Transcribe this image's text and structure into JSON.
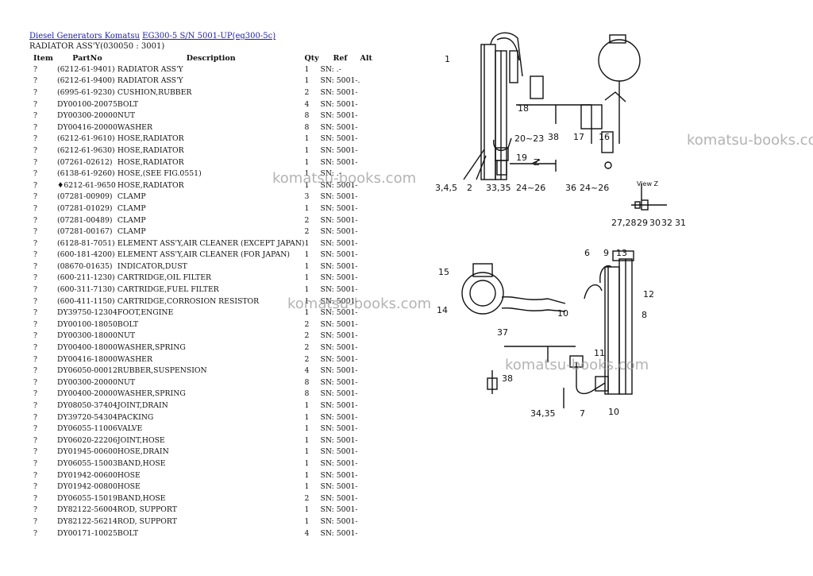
{
  "breadcrumb": {
    "link1": "Diesel Generators Komatsu",
    "link2": "EG300-5 S/N 5001-UP(eg300-5c)"
  },
  "subtitle": "RADIATOR ASS'Y(030050 : 3001)",
  "columns": {
    "item": "Item",
    "partno": "PartNo",
    "description": "Description",
    "qty": "Qty",
    "ref": "Ref",
    "alt": "Alt"
  },
  "rows": [
    {
      "item": "?",
      "partno": "(6212-61-9401)",
      "desc": "RADIATOR ASS'Y",
      "qty": "1",
      "ref": "SN: .-"
    },
    {
      "item": "?",
      "partno": "(6212-61-9400)",
      "desc": "RADIATOR ASS'Y",
      "qty": "1",
      "ref": "SN: 5001-."
    },
    {
      "item": "?",
      "partno": "(6995-61-9230)",
      "desc": "CUSHION,RUBBER",
      "qty": "2",
      "ref": "SN: 5001-"
    },
    {
      "item": "?",
      "partno": "DY00100-20075",
      "desc": "BOLT",
      "qty": "4",
      "ref": "SN: 5001-"
    },
    {
      "item": "?",
      "partno": "DY00300-20000",
      "desc": "NUT",
      "qty": "8",
      "ref": "SN: 5001-"
    },
    {
      "item": "?",
      "partno": "DY00416-20000",
      "desc": "WASHER",
      "qty": "8",
      "ref": "SN: 5001-"
    },
    {
      "item": "?",
      "partno": "(6212-61-9610)",
      "desc": "HOSE,RADIATOR",
      "qty": "1",
      "ref": "SN: 5001-"
    },
    {
      "item": "?",
      "partno": "(6212-61-9630)",
      "desc": "HOSE,RADIATOR",
      "qty": "1",
      "ref": "SN: 5001-"
    },
    {
      "item": "?",
      "partno": "(07261-02612)",
      "desc": "HOSE,RADIATOR",
      "qty": "1",
      "ref": "SN: 5001-"
    },
    {
      "item": "?",
      "partno": "(6138-61-9260)",
      "desc": "HOSE,(SEE FIG.0551)",
      "qty": "1",
      "ref": "SN: .-"
    },
    {
      "item": "?",
      "partno": "♦6212-61-9650",
      "desc": "HOSE,RADIATOR",
      "qty": "1",
      "ref": "SN: 5001-"
    },
    {
      "item": "?",
      "partno": "(07281-00909)",
      "desc": "CLAMP",
      "qty": "3",
      "ref": "SN: 5001-"
    },
    {
      "item": "?",
      "partno": "(07281-01029)",
      "desc": "CLAMP",
      "qty": "1",
      "ref": "SN: 5001-"
    },
    {
      "item": "?",
      "partno": "(07281-00489)",
      "desc": "CLAMP",
      "qty": "2",
      "ref": "SN: 5001-"
    },
    {
      "item": "?",
      "partno": "(07281-00167)",
      "desc": "CLAMP",
      "qty": "2",
      "ref": "SN: 5001-"
    },
    {
      "item": "?",
      "partno": "(6128-81-7051)",
      "desc": "ELEMENT ASS'Y,AIR CLEANER (EXCEPT JAPAN)",
      "qty": "1",
      "ref": "SN: 5001-"
    },
    {
      "item": "?",
      "partno": "(600-181-4200)",
      "desc": "ELEMENT ASS'Y,AIR CLEANER (FOR JAPAN)",
      "qty": "1",
      "ref": "SN: 5001-"
    },
    {
      "item": "?",
      "partno": "(08670-01635)",
      "desc": "INDICATOR,DUST",
      "qty": "1",
      "ref": "SN: 5001-"
    },
    {
      "item": "?",
      "partno": "(600-211-1230)",
      "desc": "CARTRIDGE,OIL FILTER",
      "qty": "1",
      "ref": "SN: 5001-"
    },
    {
      "item": "?",
      "partno": "(600-311-7130)",
      "desc": "CARTRIDGE,FUEL FILTER",
      "qty": "1",
      "ref": "SN: 5001-"
    },
    {
      "item": "?",
      "partno": "(600-411-1150)",
      "desc": "CARTRIDGE,CORROSION RESISTOR",
      "qty": "1",
      "ref": "SN: 5001-"
    },
    {
      "item": "?",
      "partno": "DY39750-12304",
      "desc": "FOOT,ENGINE",
      "qty": "1",
      "ref": "SN: 5001-"
    },
    {
      "item": "?",
      "partno": "DY00100-18050",
      "desc": "BOLT",
      "qty": "2",
      "ref": "SN: 5001-"
    },
    {
      "item": "?",
      "partno": "DY00300-18000",
      "desc": "NUT",
      "qty": "2",
      "ref": "SN: 5001-"
    },
    {
      "item": "?",
      "partno": "DY00400-18000",
      "desc": "WASHER,SPRING",
      "qty": "2",
      "ref": "SN: 5001-"
    },
    {
      "item": "?",
      "partno": "DY00416-18000",
      "desc": "WASHER",
      "qty": "2",
      "ref": "SN: 5001-"
    },
    {
      "item": "?",
      "partno": "DY06050-00012",
      "desc": "RUBBER,SUSPENSION",
      "qty": "4",
      "ref": "SN: 5001-"
    },
    {
      "item": "?",
      "partno": "DY00300-20000",
      "desc": "NUT",
      "qty": "8",
      "ref": "SN: 5001-"
    },
    {
      "item": "?",
      "partno": "DY00400-20000",
      "desc": "WASHER,SPRING",
      "qty": "8",
      "ref": "SN: 5001-"
    },
    {
      "item": "?",
      "partno": "DY08050-37404",
      "desc": "JOINT,DRAIN",
      "qty": "1",
      "ref": "SN: 5001-"
    },
    {
      "item": "?",
      "partno": "DY39720-54304",
      "desc": "PACKING",
      "qty": "1",
      "ref": "SN: 5001-"
    },
    {
      "item": "?",
      "partno": "DY06055-11006",
      "desc": "VALVE",
      "qty": "1",
      "ref": "SN: 5001-"
    },
    {
      "item": "?",
      "partno": "DY06020-22206",
      "desc": "JOINT,HOSE",
      "qty": "1",
      "ref": "SN: 5001-"
    },
    {
      "item": "?",
      "partno": "DY01945-00600",
      "desc": "HOSE,DRAIN",
      "qty": "1",
      "ref": "SN: 5001-"
    },
    {
      "item": "?",
      "partno": "DY06055-15003",
      "desc": "BAND,HOSE",
      "qty": "1",
      "ref": "SN: 5001-"
    },
    {
      "item": "?",
      "partno": "DY01942-00600",
      "desc": "HOSE",
      "qty": "1",
      "ref": "SN: 5001-"
    },
    {
      "item": "?",
      "partno": "DY01942-00800",
      "desc": "HOSE",
      "qty": "1",
      "ref": "SN: 5001-"
    },
    {
      "item": "?",
      "partno": "DY06055-15019",
      "desc": "BAND,HOSE",
      "qty": "2",
      "ref": "SN: 5001-"
    },
    {
      "item": "?",
      "partno": "DY82122-56004",
      "desc": "ROD, SUPPORT",
      "qty": "1",
      "ref": "SN: 5001-"
    },
    {
      "item": "?",
      "partno": "DY82122-56214",
      "desc": "ROD, SUPPORT",
      "qty": "1",
      "ref": "SN: 5001-"
    },
    {
      "item": "?",
      "partno": "DY00171-10025",
      "desc": "BOLT",
      "qty": "4",
      "ref": "SN: 5001-"
    }
  ],
  "diagram": {
    "callouts_top": [
      "1",
      "18",
      "20~23",
      "38",
      "17",
      "16",
      "19",
      "Z",
      "3,4,5",
      "2",
      "33,35",
      "24~26",
      "36",
      "24~26"
    ],
    "view_label": "View Z",
    "view_callouts": [
      "27,28",
      "29",
      "30",
      "32",
      "31"
    ],
    "callouts_bottom": [
      "6",
      "9",
      "13",
      "15",
      "12",
      "14",
      "10",
      "8",
      "37",
      "11",
      "38",
      "34,35",
      "7",
      "10"
    ]
  },
  "watermark": "komatsu-books.com"
}
